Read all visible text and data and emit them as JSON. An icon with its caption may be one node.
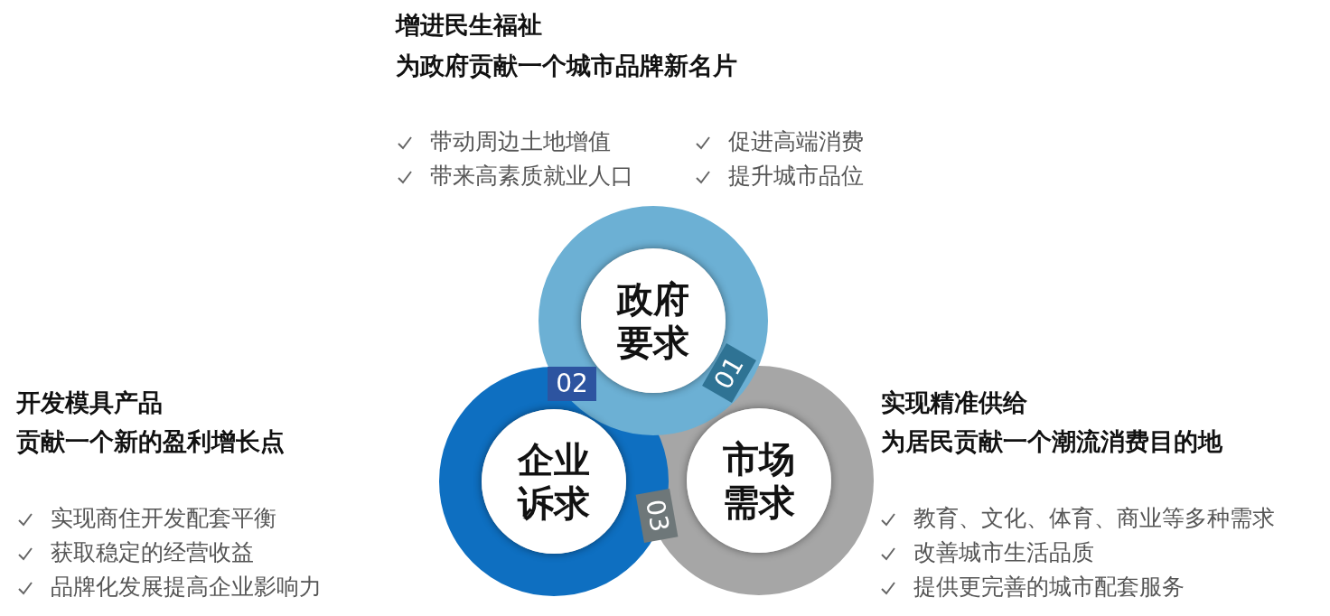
{
  "diagram": {
    "nodes": [
      {
        "text": [
          "政府要求"
        ]
      },
      {
        "text": [
          "企业诉求"
        ]
      },
      {
        "text": [
          "市场需求"
        ]
      }
    ],
    "edges": [],
    "labels": [
      "增进民生福祉",
      "为政府贡献一个城市品牌新名片",
      "带动周边土地增值",
      "促进高端消费",
      "带来高素质就业人口",
      "提升城市品位",
      "02",
      "01",
      "开发模具产品",
      "贡献一个新的盈利增长点",
      "实现精准供给",
      "为居民贡献一个潮流消费目的地",
      "03",
      "实现商住开发配套平衡",
      "获取稳定的经营收益",
      "品牌化发展提高企业影响力",
      "教育、文化、体育、商业等多种需求",
      "改善城市生活品质",
      "提供更完善的城市配套服务"
    ]
  }
}
